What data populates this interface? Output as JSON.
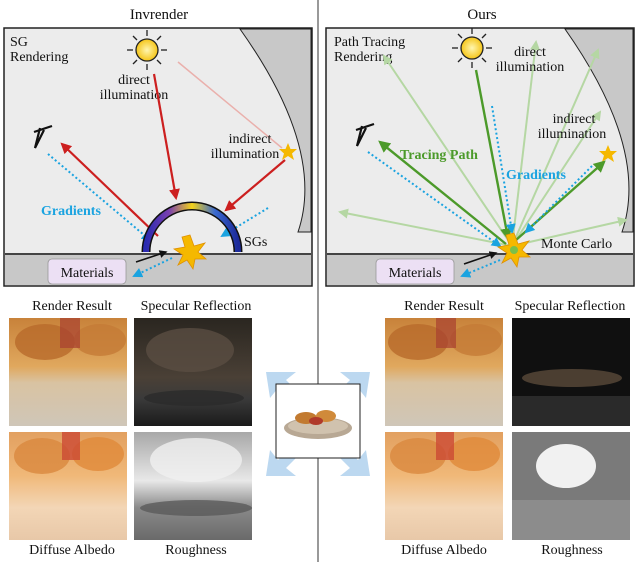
{
  "left": {
    "title": "Invrender",
    "caption_line1": "SG",
    "caption_line2": "Rendering",
    "direct_line1": "direct",
    "direct_line2": "illumination",
    "indirect_line1": "indirect",
    "indirect_line2": "illumination",
    "gradients": "Gradients",
    "sgs": "SGs",
    "materials": "Materials",
    "render_result": "Render Result",
    "specular": "Specular Reflection",
    "diffuse": "Diffuse Albedo",
    "roughness": "Roughness"
  },
  "right": {
    "title": "Ours",
    "caption_line1": "Path Tracing",
    "caption_line2": "Rendering",
    "direct_line1": "direct",
    "direct_line2": "illumination",
    "indirect_line1": "indirect",
    "indirect_line2": "illumination",
    "tracing_path": "Tracing Path",
    "gradients": "Gradients",
    "monte_carlo": "Monte Carlo",
    "materials": "Materials",
    "render_result": "Render Result",
    "specular": "Specular Reflection",
    "diffuse": "Diffuse Albedo",
    "roughness": "Roughness"
  },
  "colors": {
    "red_arrow": "#cc1f1f",
    "green_arrow": "#4c9a2a",
    "gradient_blue": "#1aa3e0",
    "materials_fill": "#ece0f4",
    "panel_fill": "#ececec",
    "wall_fill": "#c8c8c8"
  }
}
